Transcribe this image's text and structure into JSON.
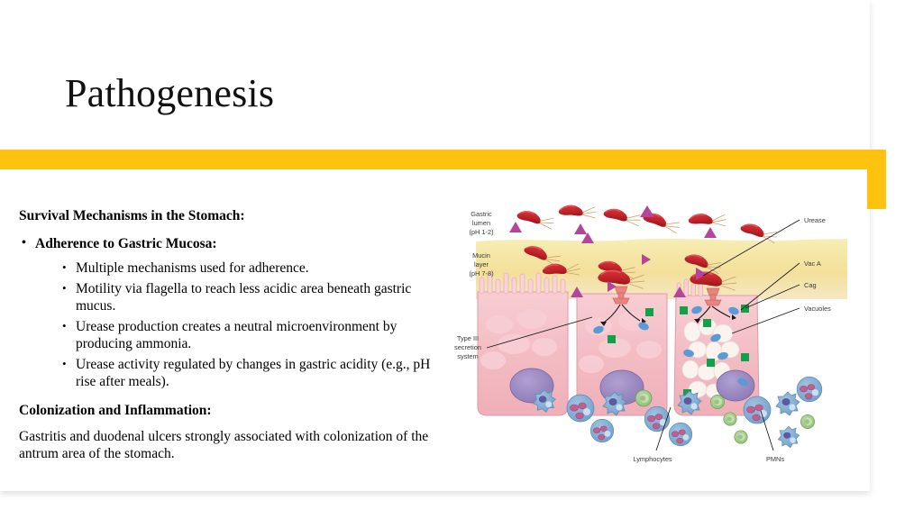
{
  "slide": {
    "title": "Pathogenesis",
    "accent_color": "#FFC20E",
    "background_color": "#FFFFFF"
  },
  "content": {
    "lead": "Survival Mechanisms in the Stomach:",
    "bullet_level1": "Adherence to Gastric Mucosa:",
    "bullets_level2": [
      "Multiple mechanisms used for adherence.",
      "Motility via flagella to reach less acidic area beneath gastric mucus.",
      "Urease production creates a neutral microenvironment by producing ammonia.",
      "Urease activity regulated by changes in gastric acidity (e.g., pH rise after meals)."
    ],
    "sub_heading": "Colonization and Inflammation:",
    "paragraph": "Gastritis and duodenal ulcers strongly associated with colonization of the antrum area of the stomach."
  },
  "figure": {
    "name": "helicobacter-pylori-gastric-mucosa-diagram",
    "labels": {
      "gastric_lumen": "Gastric\nlumen\n(pH 1-2)",
      "gastric_lumen_l1": "Gastric",
      "gastric_lumen_l2": "lumen",
      "gastric_lumen_l3": "(pH 1-2)",
      "mucin_layer_l1": "Mucin",
      "mucin_layer_l2": "layer",
      "mucin_layer_l3": "(pH 7-8)",
      "type3_l1": "Type III",
      "type3_l2": "secretion",
      "type3_l3": "system",
      "urease": "Urease",
      "vaca": "Vac A",
      "cag": "Cag",
      "vacuoles": "Vacuoles",
      "lymphocytes": "Lymphocytes",
      "pmns": "PMNs"
    },
    "colors": {
      "mucin": "#F2E3A0",
      "epithelium": "#F4BFC4",
      "bacteria": "#C0272D",
      "urease_triangle": "#B5449B",
      "cag_square": "#12A14B",
      "vaca_oval": "#5B9BD5",
      "nucleus": "#9C8BC3",
      "immune_cell": "#7FA8D0"
    }
  }
}
